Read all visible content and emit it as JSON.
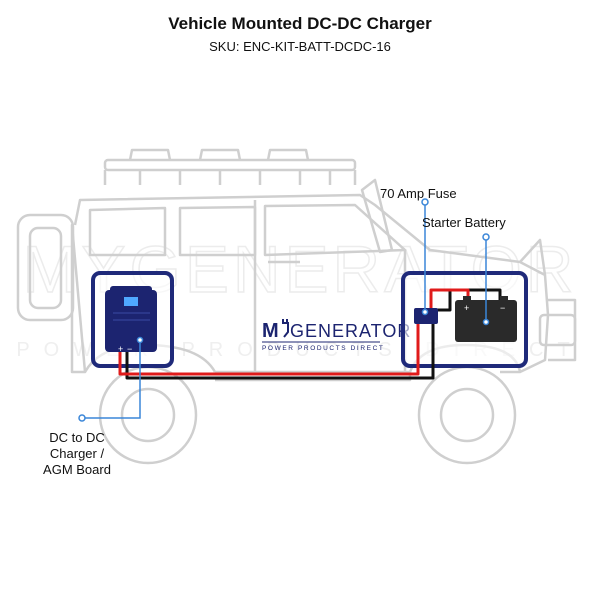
{
  "header": {
    "title": "Vehicle Mounted DC-DC Charger",
    "sku": "SKU: ENC-KIT-BATT-DCDC-16"
  },
  "callouts": {
    "fuse": "70 Amp Fuse",
    "battery": "Starter Battery",
    "charger_line1": "DC to DC",
    "charger_line2": "Charger /",
    "charger_line3": "AGM Board"
  },
  "door_logo": {
    "brand": "GENERATOR",
    "tagline": "POWER PRODUCTS DIRECT"
  },
  "watermark": {
    "brand": "MYGENERATOR",
    "tagline": "POWER PRODUCTS DIRECT"
  },
  "terminals": {
    "charger_pos": "+",
    "charger_neg": "−",
    "battery_pos": "+",
    "battery_neg": "−"
  },
  "colors": {
    "highlight_box": "#1f2a7a",
    "positive_cable": "#e01b1b",
    "negative_cable": "#111111",
    "callout_line": "#3a86d8",
    "vehicle_outline": "#cfcfcf",
    "charger_body": "#1c2470",
    "battery_body": "#2a2a2a"
  }
}
